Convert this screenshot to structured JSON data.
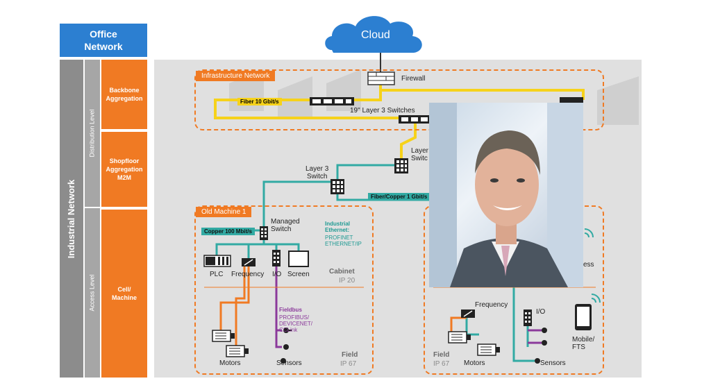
{
  "left_panel": {
    "office_network": "Office\nNetwork",
    "industrial_network": "Industrial Network",
    "distribution_level": "Distribution Level",
    "access_level": "Access Level",
    "backbone": "Backbone\nAggregation",
    "shopfloor": "Shopfloor\nAggregation\nM2M",
    "cell": "Cell/\nMachine"
  },
  "top": {
    "cloud": "Cloud",
    "infrastructure": "Infrastructure Network",
    "firewall": "Firewall",
    "fiber": "Fiber 10 Gbit/s",
    "l3_switches": "19\" Layer 3 Switches"
  },
  "middle": {
    "layer3_left": "Layer 3\nSwitch",
    "layer3_right": "Layer\nSwitc",
    "fiber_copper": "Fiber/Copper 1 Gbit/s"
  },
  "old_machine": {
    "title": "Old Machine 1",
    "copper": "Copper 100 Mbit/s",
    "managed_switch": "Managed\nSwitch",
    "industrial_ethernet": "Industrial\nEthernet:",
    "ie_protocols": "PROFINET\nETHERNET/IP",
    "plc": "PLC",
    "frequency": "Frequency",
    "io": "I/O",
    "screen": "Screen",
    "cabinet": "Cabinet",
    "ip20": "IP 20",
    "fieldbus": "Fieldbus",
    "fieldbus_protocols": "PROFIBUS/\nDEVICENET/\nCCLink",
    "motors": "Motors",
    "sensors": "Sensors",
    "field": "Field",
    "ip67": "IP 67"
  },
  "right_machine": {
    "frequency": "Frequency",
    "io": "I/O",
    "mobile": "Mobile/\nFTS",
    "field": "Field",
    "ip67": "IP 67",
    "motors": "Motors",
    "sensors": "Sensors",
    "partial_text": "ess"
  },
  "colors": {
    "orange": "#f07a23",
    "blue": "#2c7fd1",
    "yellow": "#f6d21a",
    "teal": "#32aaa3",
    "purple": "#8b3a9b"
  }
}
